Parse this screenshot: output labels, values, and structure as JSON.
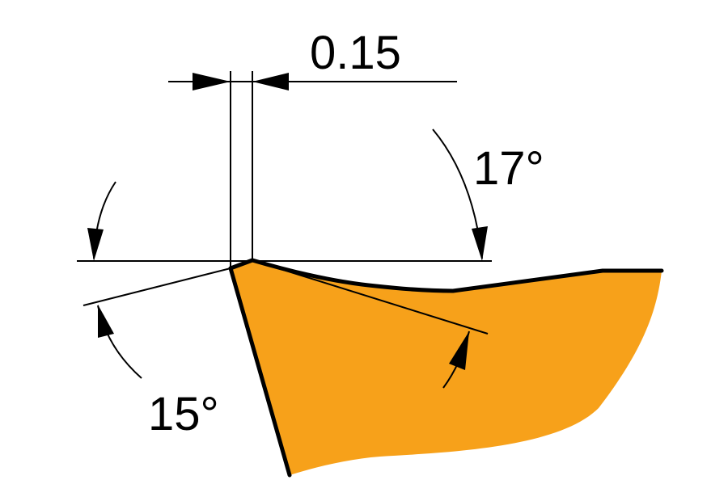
{
  "dimensions": {
    "edge_width": "0.15",
    "rake_angle": "17°",
    "chamfer_angle": "15°"
  },
  "colors": {
    "insert_fill": "#F7A11A",
    "line": "#000000"
  }
}
